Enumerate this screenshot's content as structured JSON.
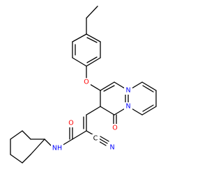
{
  "colors": {
    "background": "#ffffff",
    "bond": "#000000",
    "oxygen": "#ff0000",
    "nitrogen": "#0000ff",
    "carbon": "#000000"
  },
  "atoms": {
    "O_ether": {
      "text": "O",
      "element": "oxygen"
    },
    "N_pyrimidine": {
      "text": "N",
      "element": "nitrogen"
    },
    "N_bridgehead": {
      "text": "N",
      "element": "nitrogen"
    },
    "O_ketone": {
      "text": "O",
      "element": "oxygen"
    },
    "O_amide": {
      "text": "O",
      "element": "oxygen"
    },
    "N_nitrile": {
      "text": "N",
      "element": "nitrogen"
    },
    "C_nitrile": {
      "text": "C",
      "element": "carbon"
    },
    "NH_amide": {
      "text": "NH",
      "element": "nitrogen"
    }
  }
}
